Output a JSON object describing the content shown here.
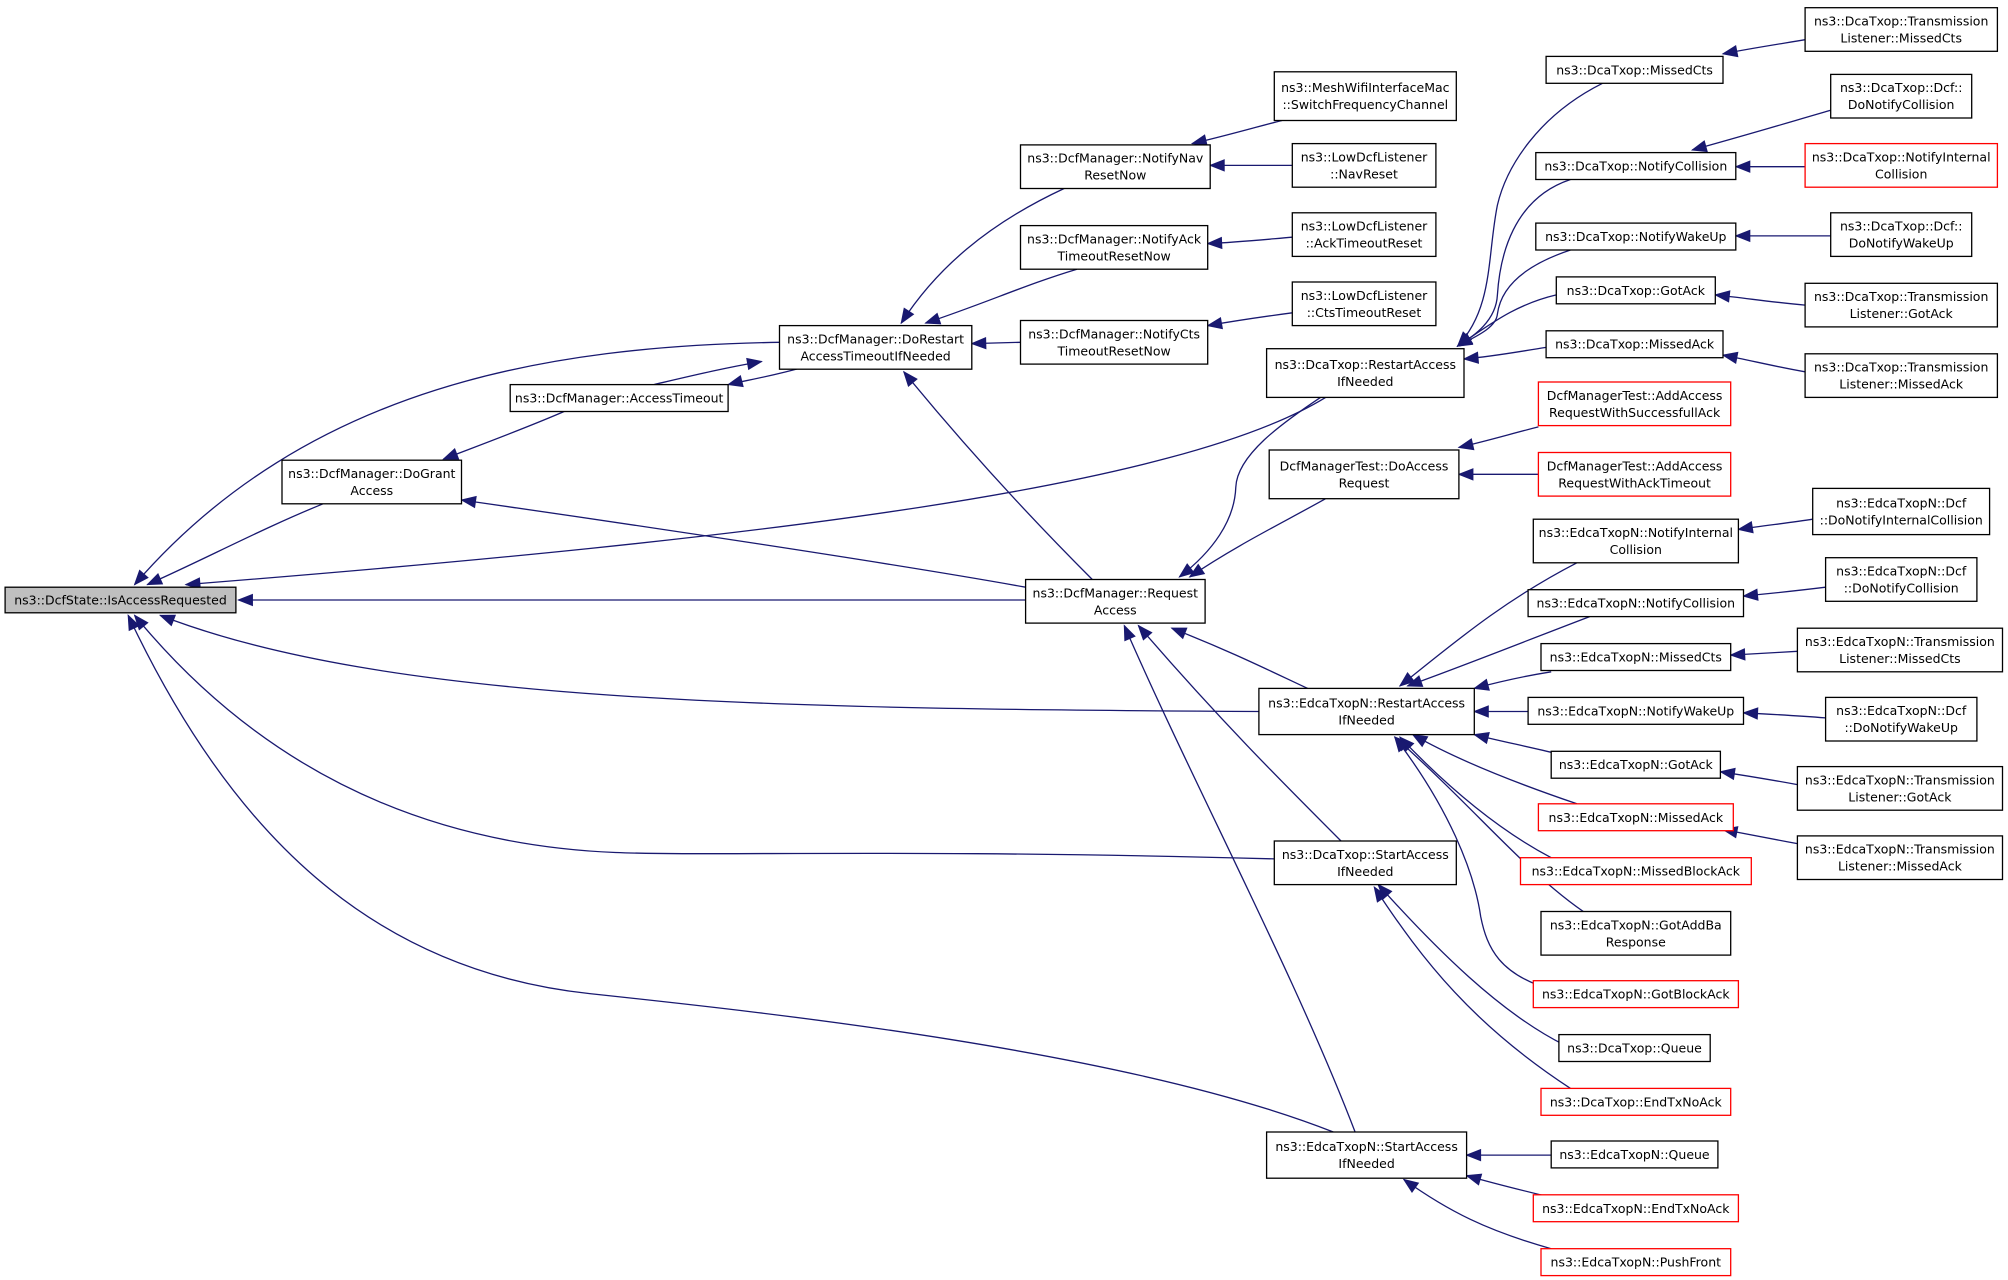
{
  "graph": {
    "colors": {
      "edge": "#191970",
      "node_border": "#000000",
      "incomplete_border": "#ff0000",
      "root_fill": "#bfbfbf"
    },
    "nodes": [
      {
        "id": "root",
        "lines": [
          "ns3::DcfState::IsAccessRequested"
        ],
        "style": "root"
      },
      {
        "id": "dograntaccess",
        "lines": [
          "ns3::DcfManager::DoGrant",
          "Access"
        ]
      },
      {
        "id": "accesstimeout",
        "lines": [
          "ns3::DcfManager::AccessTimeout"
        ]
      },
      {
        "id": "dorestart",
        "lines": [
          "ns3::DcfManager::DoRestart",
          "AccessTimeoutIfNeeded"
        ]
      },
      {
        "id": "notifynav",
        "lines": [
          "ns3::DcfManager::NotifyNav",
          "ResetNow"
        ]
      },
      {
        "id": "notifyack",
        "lines": [
          "ns3::DcfManager::NotifyAck",
          "TimeoutResetNow"
        ]
      },
      {
        "id": "notifycts",
        "lines": [
          "ns3::DcfManager::NotifyCts",
          "TimeoutResetNow"
        ]
      },
      {
        "id": "meshswitch",
        "lines": [
          "ns3::MeshWifiInterfaceMac",
          "::SwitchFrequencyChannel"
        ]
      },
      {
        "id": "lownavreset",
        "lines": [
          "ns3::LowDcfListener",
          "::NavReset"
        ]
      },
      {
        "id": "lowacktimeout",
        "lines": [
          "ns3::LowDcfListener",
          "::AckTimeoutReset"
        ]
      },
      {
        "id": "lowctstimeout",
        "lines": [
          "ns3::LowDcfListener",
          "::CtsTimeoutReset"
        ]
      },
      {
        "id": "requestaccess",
        "lines": [
          "ns3::DcfManager::Request",
          "Access"
        ]
      },
      {
        "id": "dcarestart",
        "lines": [
          "ns3::DcaTxop::RestartAccess",
          "IfNeeded"
        ]
      },
      {
        "id": "dcamissedcts",
        "lines": [
          "ns3::DcaTxop::MissedCts"
        ]
      },
      {
        "id": "dcanotifycollision",
        "lines": [
          "ns3::DcaTxop::NotifyCollision"
        ]
      },
      {
        "id": "dcanotifywakeup",
        "lines": [
          "ns3::DcaTxop::NotifyWakeUp"
        ]
      },
      {
        "id": "dcagotack",
        "lines": [
          "ns3::DcaTxop::GotAck"
        ]
      },
      {
        "id": "dcamissedack",
        "lines": [
          "ns3::DcaTxop::MissedAck"
        ]
      },
      {
        "id": "dca_tl_missedcts",
        "lines": [
          "ns3::DcaTxop::Transmission",
          "Listener::MissedCts"
        ]
      },
      {
        "id": "dca_dcf_donotifycollision",
        "lines": [
          "ns3::DcaTxop::Dcf::",
          "DoNotifyCollision"
        ]
      },
      {
        "id": "dca_notifyinternalcollision",
        "lines": [
          "ns3::DcaTxop::NotifyInternal",
          "Collision"
        ],
        "style": "incomplete"
      },
      {
        "id": "dca_dcf_donotifywakeup",
        "lines": [
          "ns3::DcaTxop::Dcf::",
          "DoNotifyWakeUp"
        ]
      },
      {
        "id": "dca_tl_gotack",
        "lines": [
          "ns3::DcaTxop::Transmission",
          "Listener::GotAck"
        ]
      },
      {
        "id": "dca_tl_missedack",
        "lines": [
          "ns3::DcaTxop::Transmission",
          "Listener::MissedAck"
        ]
      },
      {
        "id": "dcfmt_doaccess",
        "lines": [
          "DcfManagerTest::DoAccess",
          "Request"
        ]
      },
      {
        "id": "dcfmt_success",
        "lines": [
          "DcfManagerTest::AddAccess",
          "RequestWithSuccessfullAck"
        ],
        "style": "incomplete"
      },
      {
        "id": "dcfmt_acktimeout",
        "lines": [
          "DcfManagerTest::AddAccess",
          "RequestWithAckTimeout"
        ],
        "style": "incomplete"
      },
      {
        "id": "edca_notifyinternalcollision",
        "lines": [
          "ns3::EdcaTxopN::NotifyInternal",
          "Collision"
        ]
      },
      {
        "id": "edca_notifycollision",
        "lines": [
          "ns3::EdcaTxopN::NotifyCollision"
        ]
      },
      {
        "id": "edca_missedcts",
        "lines": [
          "ns3::EdcaTxopN::MissedCts"
        ]
      },
      {
        "id": "edca_notifywakeup",
        "lines": [
          "ns3::EdcaTxopN::NotifyWakeUp"
        ]
      },
      {
        "id": "edca_gotack",
        "lines": [
          "ns3::EdcaTxopN::GotAck"
        ]
      },
      {
        "id": "edca_missedack",
        "lines": [
          "ns3::EdcaTxopN::MissedAck"
        ],
        "style": "incomplete"
      },
      {
        "id": "edca_missedblockack",
        "lines": [
          "ns3::EdcaTxopN::MissedBlockAck"
        ],
        "style": "incomplete"
      },
      {
        "id": "edca_gotaddba",
        "lines": [
          "ns3::EdcaTxopN::GotAddBa",
          "Response"
        ]
      },
      {
        "id": "edca_gotblockack",
        "lines": [
          "ns3::EdcaTxopN::GotBlockAck"
        ],
        "style": "incomplete"
      },
      {
        "id": "edca_restart",
        "lines": [
          "ns3::EdcaTxopN::RestartAccess",
          "IfNeeded"
        ]
      },
      {
        "id": "edca_dcf_donotifyinternalcollision",
        "lines": [
          "ns3::EdcaTxopN::Dcf",
          "::DoNotifyInternalCollision"
        ]
      },
      {
        "id": "edca_dcf_donotifycollision",
        "lines": [
          "ns3::EdcaTxopN::Dcf",
          "::DoNotifyCollision"
        ]
      },
      {
        "id": "edca_tl_missedcts",
        "lines": [
          "ns3::EdcaTxopN::Transmission",
          "Listener::MissedCts"
        ]
      },
      {
        "id": "edca_dcf_donotifywakeup",
        "lines": [
          "ns3::EdcaTxopN::Dcf",
          "::DoNotifyWakeUp"
        ]
      },
      {
        "id": "edca_tl_gotack",
        "lines": [
          "ns3::EdcaTxopN::Transmission",
          "Listener::GotAck"
        ]
      },
      {
        "id": "edca_tl_missedack",
        "lines": [
          "ns3::EdcaTxopN::Transmission",
          "Listener::MissedAck"
        ]
      },
      {
        "id": "dcastart",
        "lines": [
          "ns3::DcaTxop::StartAccess",
          "IfNeeded"
        ]
      },
      {
        "id": "dcaqueue",
        "lines": [
          "ns3::DcaTxop::Queue"
        ]
      },
      {
        "id": "dcaendtxnoack",
        "lines": [
          "ns3::DcaTxop::EndTxNoAck"
        ],
        "style": "incomplete"
      },
      {
        "id": "edcastart",
        "lines": [
          "ns3::EdcaTxopN::StartAccess",
          "IfNeeded"
        ]
      },
      {
        "id": "edcaqueue",
        "lines": [
          "ns3::EdcaTxopN::Queue"
        ]
      },
      {
        "id": "edcaendtxnoack",
        "lines": [
          "ns3::EdcaTxopN::EndTxNoAck"
        ],
        "style": "incomplete"
      },
      {
        "id": "edcapushfront",
        "lines": [
          "ns3::EdcaTxopN::PushFront"
        ],
        "style": "incomplete"
      }
    ],
    "edges": [
      [
        "dograntaccess",
        "root"
      ],
      [
        "dorestart",
        "root"
      ],
      [
        "dcarestart",
        "root"
      ],
      [
        "requestaccess",
        "root"
      ],
      [
        "edca_restart",
        "root"
      ],
      [
        "dcastart",
        "root"
      ],
      [
        "edcastart",
        "root"
      ],
      [
        "accesstimeout",
        "dograntaccess"
      ],
      [
        "accesstimeout",
        "dorestart"
      ],
      [
        "dorestart",
        "accesstimeout"
      ],
      [
        "notifynav",
        "dorestart"
      ],
      [
        "notifyack",
        "dorestart"
      ],
      [
        "notifycts",
        "dorestart"
      ],
      [
        "requestaccess",
        "dorestart"
      ],
      [
        "meshswitch",
        "notifynav"
      ],
      [
        "lownavreset",
        "notifynav"
      ],
      [
        "lowacktimeout",
        "notifyack"
      ],
      [
        "lowctstimeout",
        "notifycts"
      ],
      [
        "requestaccess",
        "dograntaccess"
      ],
      [
        "dcarestart",
        "requestaccess"
      ],
      [
        "dcfmt_doaccess",
        "requestaccess"
      ],
      [
        "edca_restart",
        "requestaccess"
      ],
      [
        "dcastart",
        "requestaccess"
      ],
      [
        "edcastart",
        "requestaccess"
      ],
      [
        "dcamissedcts",
        "dcarestart"
      ],
      [
        "dcanotifycollision",
        "dcarestart"
      ],
      [
        "dcanotifywakeup",
        "dcarestart"
      ],
      [
        "dcagotack",
        "dcarestart"
      ],
      [
        "dcamissedack",
        "dcarestart"
      ],
      [
        "dca_tl_missedcts",
        "dcamissedcts"
      ],
      [
        "dca_dcf_donotifycollision",
        "dcanotifycollision"
      ],
      [
        "dca_notifyinternalcollision",
        "dcanotifycollision"
      ],
      [
        "dca_dcf_donotifywakeup",
        "dcanotifywakeup"
      ],
      [
        "dca_tl_gotack",
        "dcagotack"
      ],
      [
        "dca_tl_missedack",
        "dcamissedack"
      ],
      [
        "dcfmt_success",
        "dcfmt_doaccess"
      ],
      [
        "dcfmt_acktimeout",
        "dcfmt_doaccess"
      ],
      [
        "edca_notifyinternalcollision",
        "edca_restart"
      ],
      [
        "edca_notifycollision",
        "edca_restart"
      ],
      [
        "edca_missedcts",
        "edca_restart"
      ],
      [
        "edca_notifywakeup",
        "edca_restart"
      ],
      [
        "edca_gotack",
        "edca_restart"
      ],
      [
        "edca_missedack",
        "edca_restart"
      ],
      [
        "edca_missedblockack",
        "edca_restart"
      ],
      [
        "edca_gotaddba",
        "edca_restart"
      ],
      [
        "edca_gotblockack",
        "edca_restart"
      ],
      [
        "edca_dcf_donotifyinternalcollision",
        "edca_notifyinternalcollision"
      ],
      [
        "edca_dcf_donotifycollision",
        "edca_notifycollision"
      ],
      [
        "edca_tl_missedcts",
        "edca_missedcts"
      ],
      [
        "edca_dcf_donotifywakeup",
        "edca_notifywakeup"
      ],
      [
        "edca_tl_gotack",
        "edca_gotack"
      ],
      [
        "edca_tl_missedack",
        "edca_missedack"
      ],
      [
        "dcaqueue",
        "dcastart"
      ],
      [
        "dcaendtxnoack",
        "dcastart"
      ],
      [
        "edcaqueue",
        "edcastart"
      ],
      [
        "edcaendtxnoack",
        "edcastart"
      ],
      [
        "edcapushfront",
        "edcastart"
      ]
    ]
  }
}
